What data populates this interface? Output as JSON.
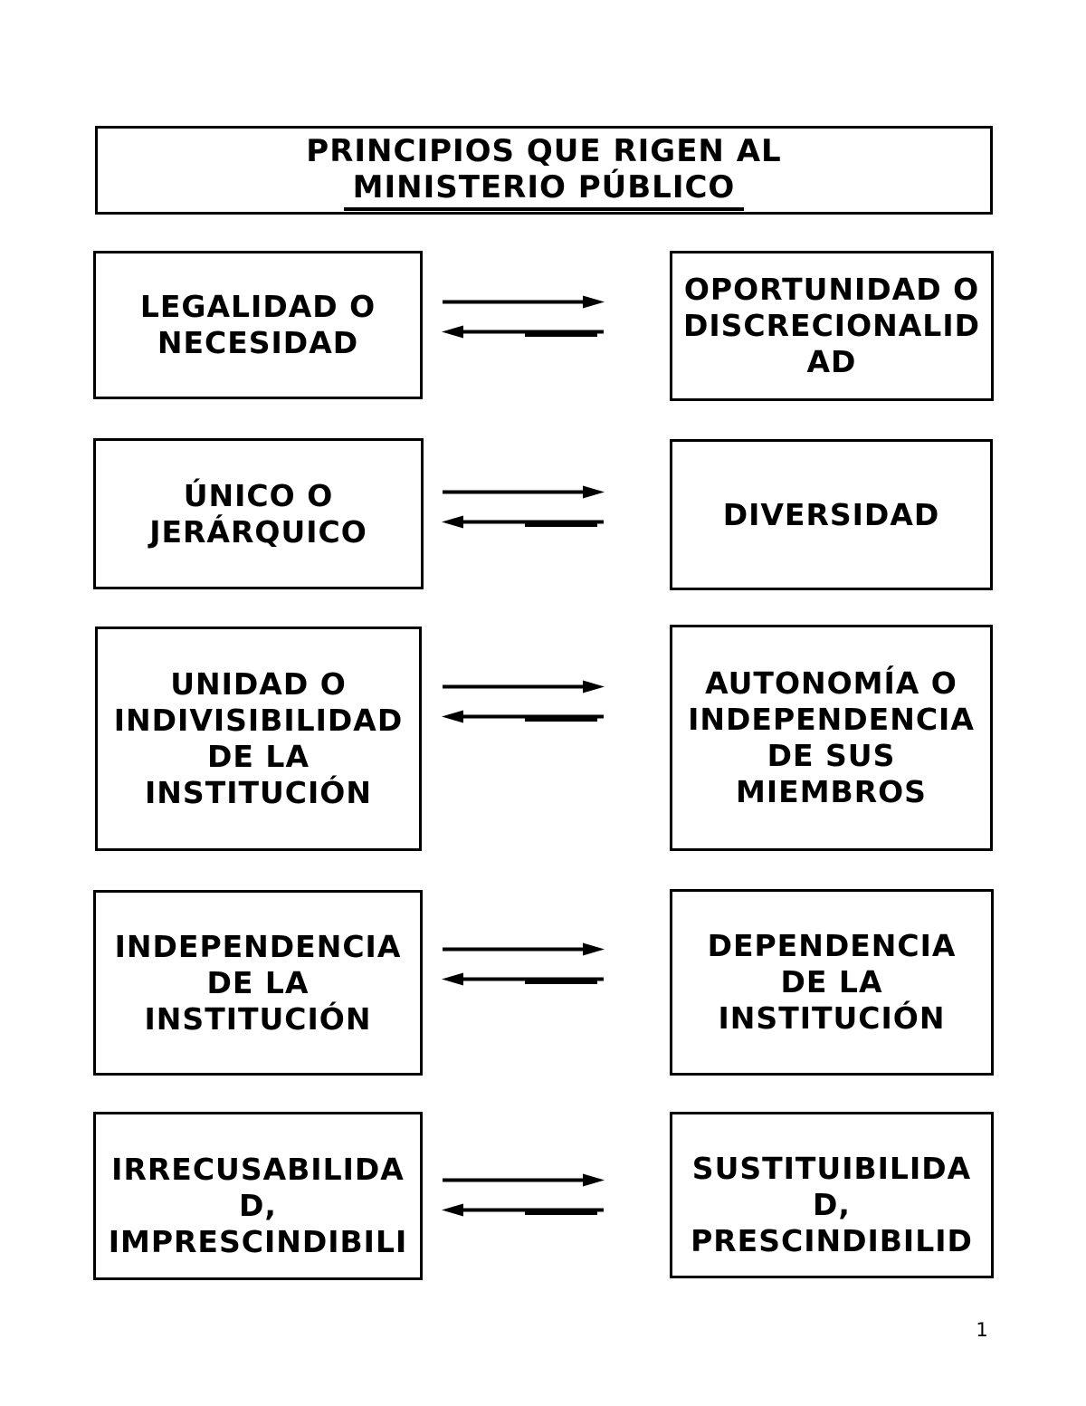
{
  "header": {
    "title_line1": "PRINCIPIOS QUE RIGEN AL",
    "title_line2": "MINISTERIO PÚBLICO"
  },
  "diagram": {
    "rows": [
      {
        "left_label": "LEGALIDAD O\nNECESIDAD",
        "right_label": "OPORTUNIDAD O\nDISCRECIONALID\nAD"
      },
      {
        "left_label": "ÚNICO O\nJERÁRQUICO",
        "right_label": "DIVERSIDAD"
      },
      {
        "left_label": "UNIDAD O\nINDIVISIBILIDAD\nDE LA\nINSTITUCIÓN",
        "right_label": "AUTONOMÍA O\nINDEPENDENCIA\nDE SUS\nMIEMBROS"
      },
      {
        "left_label": "INDEPENDENCIA\nDE LA\nINSTITUCIÓN",
        "right_label": "DEPENDENCIA\nDE LA\nINSTITUCIÓN"
      },
      {
        "left_label": "IRRECUSABILIDA\nD,\nIMPRESCINDIBILI",
        "right_label": "SUSTITUIBILIDA\nD,\nPRESCINDIBILID"
      }
    ],
    "icons": [
      "arrow-right-icon",
      "arrow-left-icon"
    ],
    "colors": {
      "ink": "#000000",
      "paper": "#ffffff",
      "box_border": "#000000"
    }
  },
  "footer": {
    "page_number": "1"
  }
}
